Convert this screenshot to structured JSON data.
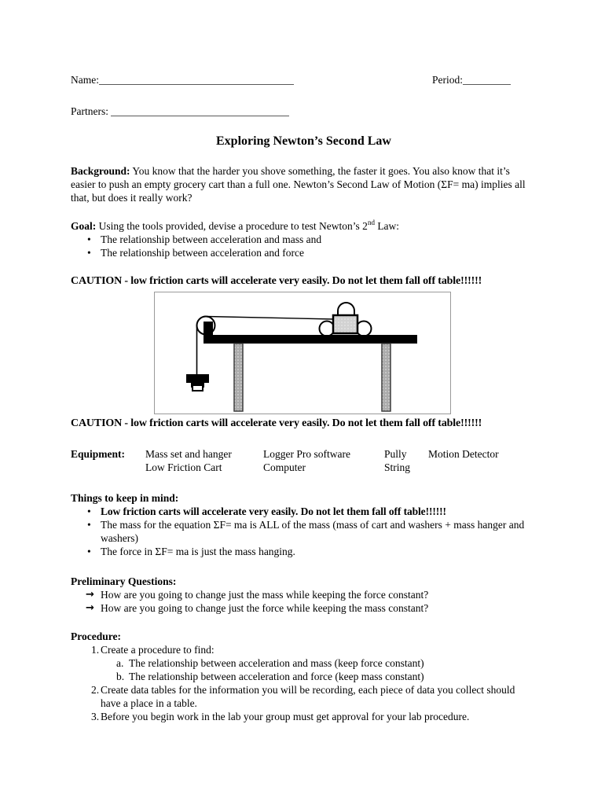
{
  "header": {
    "name_label": "Name:",
    "period_label": "Period:",
    "partners_label": "Partners:"
  },
  "title": "Exploring Newton’s Second Law",
  "background": {
    "label": "Background:",
    "text": "You know that the harder you shove something, the faster it goes. You also know that it’s easier to push an empty grocery cart than a full one. Newton’s Second Law of Motion (ΣF= ma) implies all that, but does it really work?"
  },
  "goal": {
    "label": "Goal:",
    "intro_pre": "Using the tools provided, devise a procedure to test Newton’s 2",
    "intro_sup": "nd",
    "intro_post": " Law:",
    "bullet_char": "•",
    "bullets": [
      "The relationship between acceleration and mass and",
      "The relationship between acceleration and force"
    ]
  },
  "caution": {
    "text": "CAUTION - low friction carts will accelerate very easily. Do not let them fall off table!!!!!!"
  },
  "diagram": {
    "description": "low-friction cart on table connected by string over pulley to hanging mass",
    "colors": {
      "table": "#000000",
      "leg_base": "#ababab",
      "leg_outline": "#3c3c3c",
      "cart_base": "#d2d2d2",
      "outline": "#000000",
      "white": "#ffffff"
    }
  },
  "equipment": {
    "label": "Equipment:",
    "col1": {
      "row1": "Mass set and hanger",
      "row2": "Low Friction Cart"
    },
    "col2": {
      "row1": "Logger Pro software",
      "row2": "Computer"
    },
    "col3": {
      "row1": "Pully",
      "row2": "String"
    },
    "col4": {
      "row1": "Motion Detector",
      "row2": ""
    }
  },
  "things": {
    "label": "Things to keep in mind:",
    "bullet_char": "•",
    "bullets": [
      "Low friction carts will accelerate very easily. Do not let them fall off table!!!!!!",
      "The mass for the equation ΣF= ma is ALL of the mass (mass of cart and washers + mass hanger and washers)",
      "The force in ΣF= ma is just the mass hanging."
    ]
  },
  "preliminary": {
    "label": "Preliminary Questions:",
    "arrow_char": "→",
    "questions": [
      "How are you going to change just the mass while keeping the force constant?",
      "How are you going to change just the force while keeping the mass constant?"
    ]
  },
  "procedure": {
    "label": "Procedure:",
    "items": [
      {
        "marker": "1.",
        "text": "Create a procedure to find:"
      },
      {
        "marker": "a.",
        "text": "The relationship between acceleration and mass (keep force constant)"
      },
      {
        "marker": "b.",
        "text": "The relationship between acceleration and force (keep mass constant)"
      },
      {
        "marker": "2.",
        "text": "Create data tables for the information you will be recording, each piece of data you collect should have a place in a table."
      },
      {
        "marker": "3.",
        "text": "Before you begin work in the lab your group must get approval for your lab procedure."
      }
    ]
  }
}
